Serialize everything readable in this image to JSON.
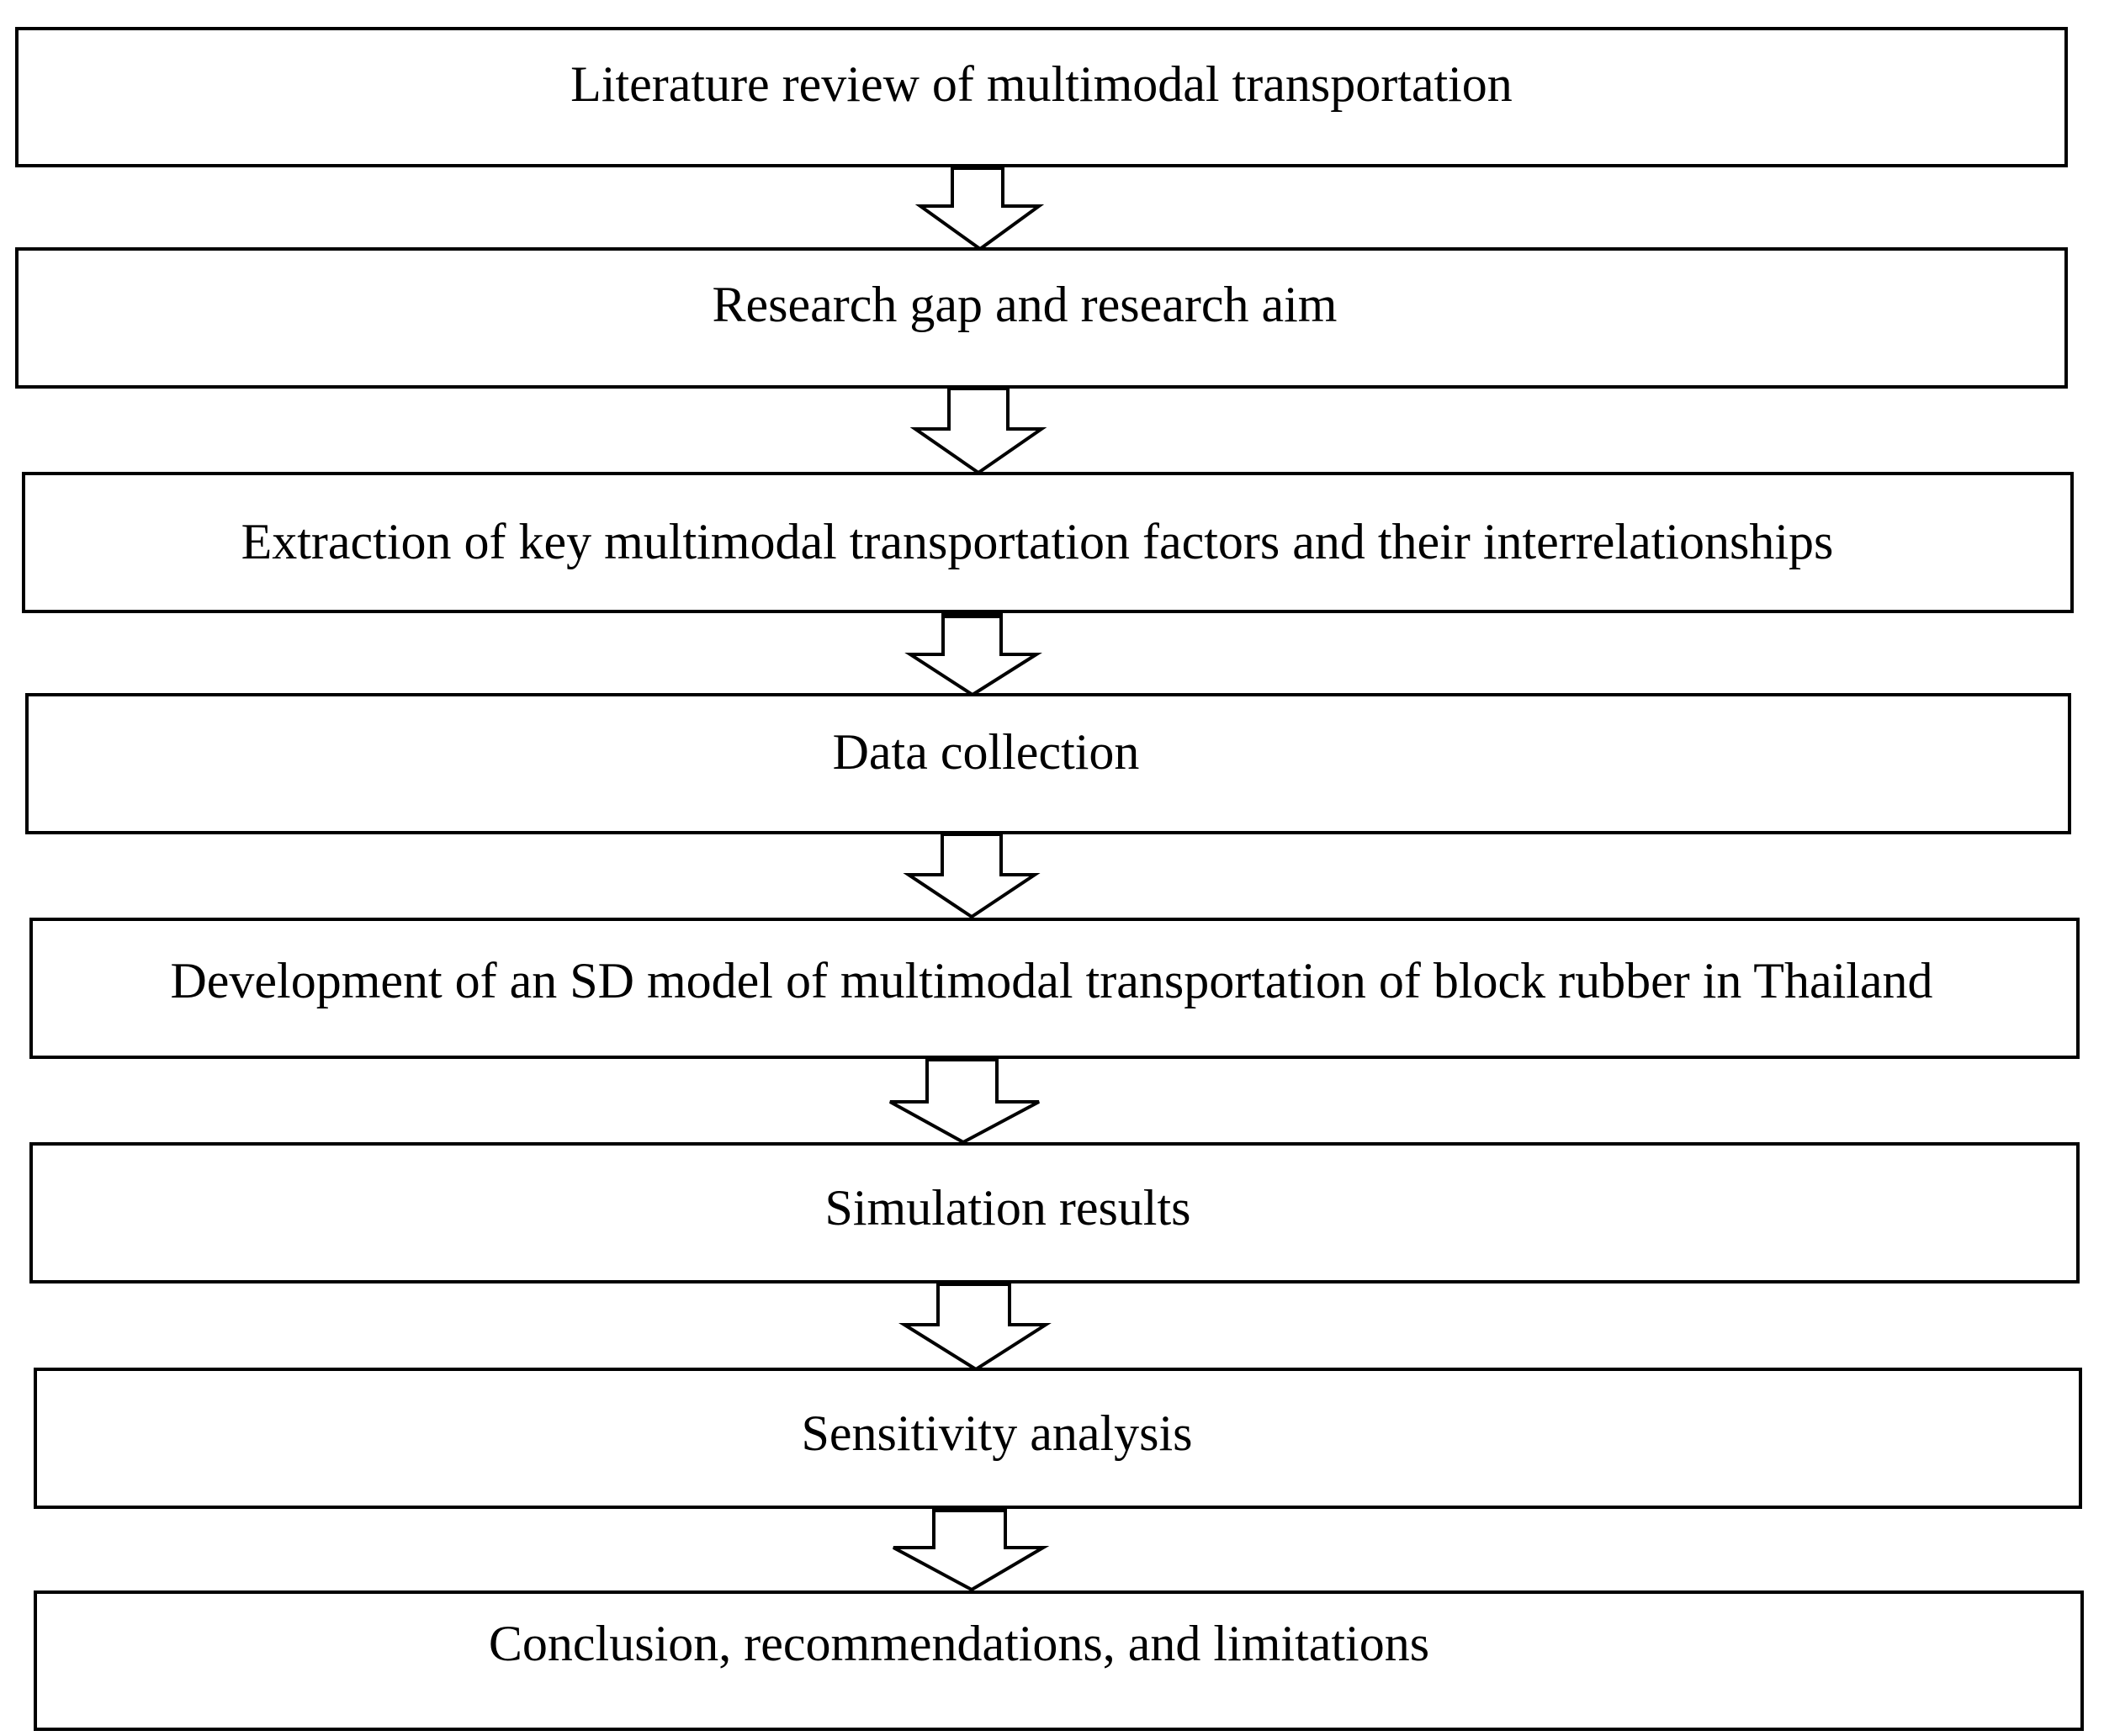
{
  "diagram": {
    "steps": [
      "Literature review of multimodal transportation",
      "Research gap and research aim",
      "Extraction of key multimodal transportation factors and their interrelationships",
      "Data collection",
      "Development of an SD model of multimodal transportation of block rubber in Thailand",
      "Simulation results",
      "Sensitivity analysis",
      "Conclusion, recommendations, and limitations"
    ],
    "colors": {
      "stroke": "#000000",
      "box_fill": "#ffffff",
      "arrow_fill": "#ffffff",
      "text": "#000000"
    }
  }
}
